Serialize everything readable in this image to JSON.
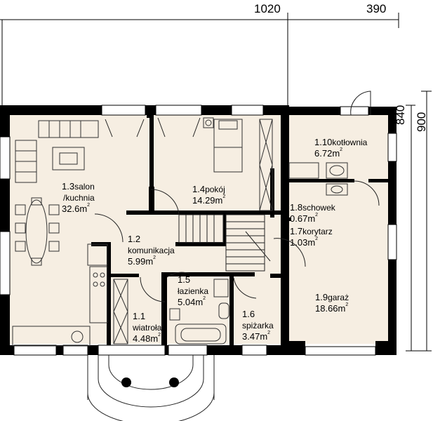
{
  "dimensions": {
    "top_left": "1020",
    "top_right": "390",
    "side_a": "840",
    "side_b": "900"
  },
  "rooms": [
    {
      "num": "1.1",
      "name": "wiatrołap",
      "area": "4.48",
      "unit": "m",
      "exp": "2"
    },
    {
      "num": "1.2",
      "name": "komunikacja",
      "area": "5.99",
      "unit": "m",
      "exp": "2"
    },
    {
      "num": "1.3",
      "name": "salon /kuchnia",
      "area": "32.6",
      "unit": "m",
      "exp": "2"
    },
    {
      "num": "1.4",
      "name": "pokój",
      "area": "14.29",
      "unit": "m",
      "exp": "2"
    },
    {
      "num": "1.5",
      "name": "łazienka",
      "area": "5.04",
      "unit": "m",
      "exp": "2"
    },
    {
      "num": "1.6",
      "name": "spiżarka",
      "area": "3.47",
      "unit": "m",
      "exp": "2"
    },
    {
      "num": "1.7",
      "name": "korytarz",
      "area": "1.03",
      "unit": "m",
      "exp": "2"
    },
    {
      "num": "1.8",
      "name": "schowek",
      "area": "0.67",
      "unit": "m",
      "exp": "2"
    },
    {
      "num": "1.9",
      "name": "garaż",
      "area": "18.66",
      "unit": "m",
      "exp": "2"
    },
    {
      "num": "1.10",
      "name": "kotłownia",
      "area": "6.72",
      "unit": "m",
      "exp": "2"
    }
  ],
  "colors": {
    "floor": "#f6eee2",
    "wall": "#000000",
    "line": "#222222"
  }
}
